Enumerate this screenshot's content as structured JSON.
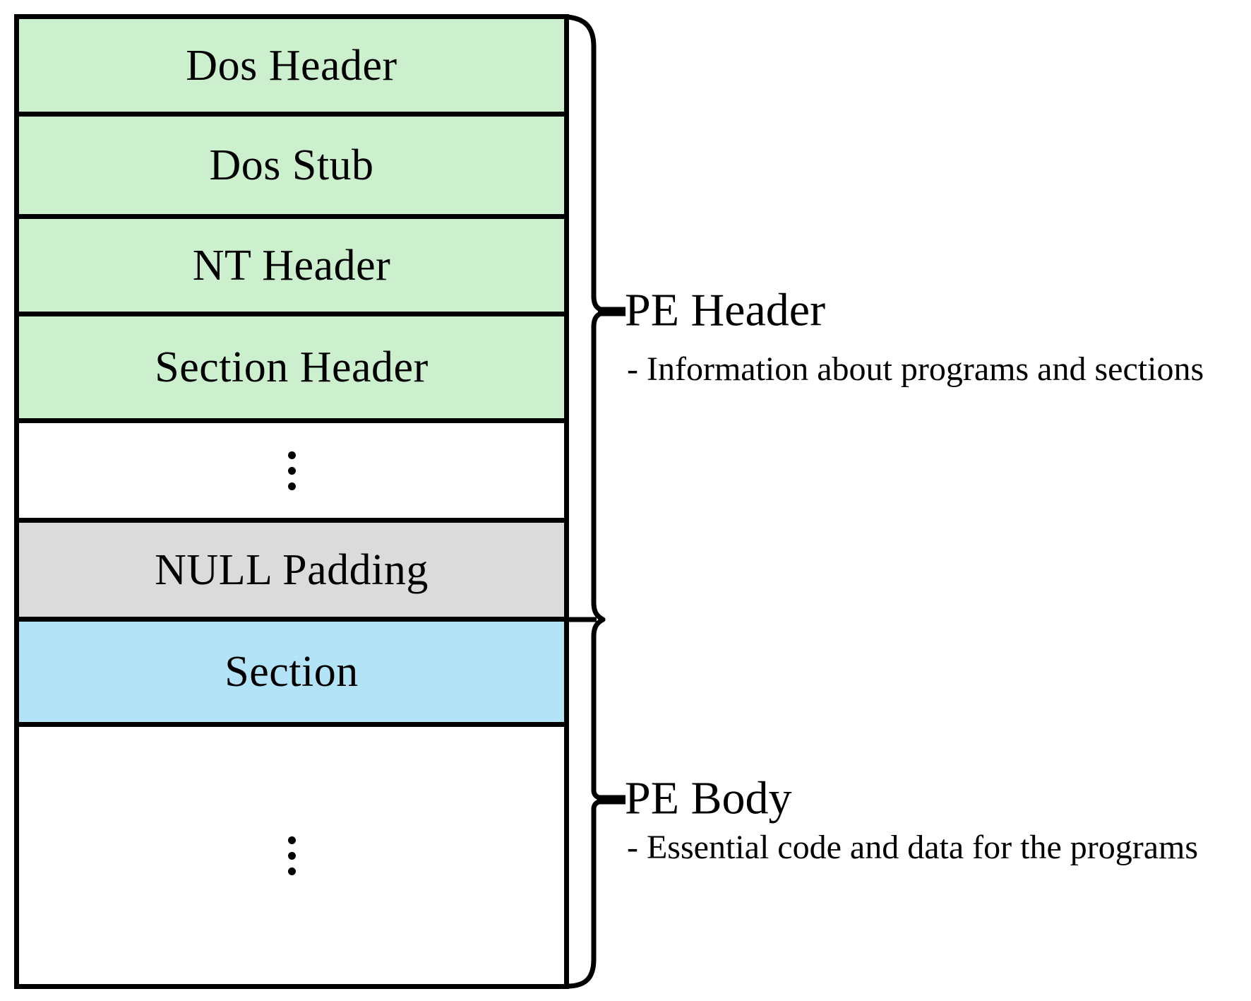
{
  "diagram": {
    "boxes": [
      {
        "label": "Dos Header",
        "fill": "#CCF0CE"
      },
      {
        "label": "Dos Stub",
        "fill": "#CCF0CE"
      },
      {
        "label": "NT Header",
        "fill": "#CCF0CE"
      },
      {
        "label": "Section Header",
        "fill": "#CCF0CE"
      },
      {
        "label": "",
        "fill": "#FFFFFF",
        "ellipsis": true
      },
      {
        "label": "NULL Padding",
        "fill": "#DBDBDB"
      },
      {
        "label": "Section",
        "fill": "#B3E3F6"
      },
      {
        "label": "",
        "fill": "#FFFFFF",
        "ellipsis": true
      }
    ],
    "annotations": [
      {
        "title": "PE Header",
        "description": "- Information about programs and sections"
      },
      {
        "title": "PE Body",
        "description": "- Essential code and data for the programs"
      }
    ],
    "colors": {
      "header_fill": "#CCF0CE",
      "null_padding_fill": "#DBDBDB",
      "section_fill": "#B3E3F6",
      "line": "#000000",
      "background": "#FFFFFF"
    }
  }
}
